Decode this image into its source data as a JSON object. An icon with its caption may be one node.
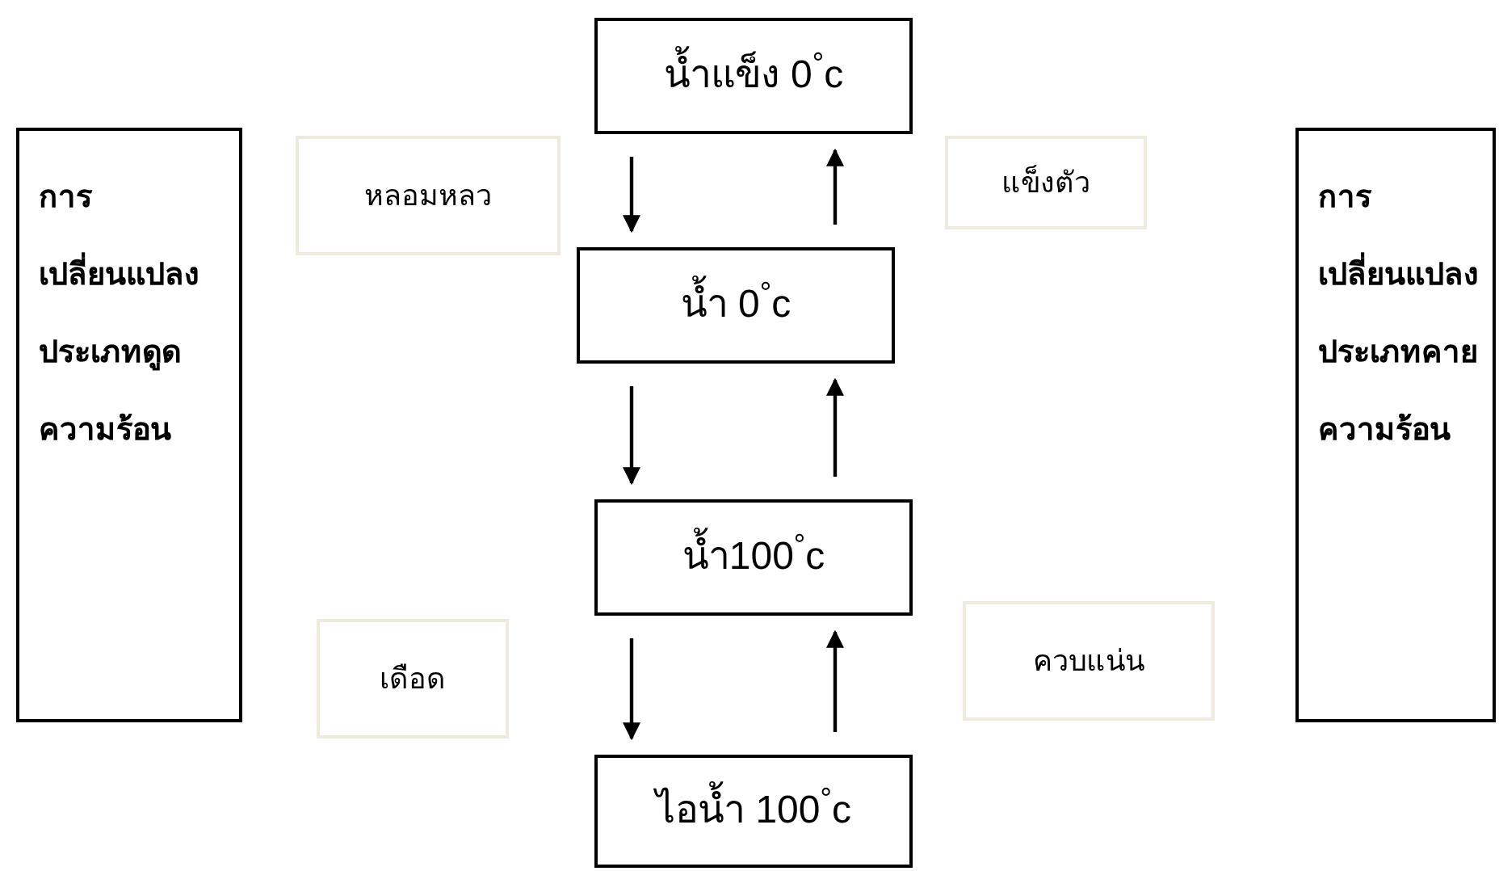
{
  "diagram": {
    "nodes": [
      {
        "text": [
          "การเปลี่ยนแปลงประเภทดูดความร้อน"
        ]
      },
      {
        "text": [
          "น้ำแข็ง 0$^{°}$c"
        ]
      },
      {
        "text": [
          "หลอมหลว"
        ]
      },
      {
        "text": [
          "แข็งตัว"
        ]
      },
      {
        "text": [
          "น้ำ 0$^{°}$c"
        ]
      },
      {
        "text": [
          "น้ำ100$^{°}$c"
        ]
      },
      {
        "text": [
          "เดือด"
        ]
      },
      {
        "text": [
          "ควบแน่น"
        ]
      },
      {
        "text": [
          "ไอน้ำ 100$^{°}$c"
        ]
      },
      {
        "text": [
          "การเปลี่ยนแปลงประเภทคายความร้อน"
        ]
      }
    ],
    "edges": [
      {
        "from": 1,
        "to": 4,
        "arrow": "to"
      },
      {
        "from": 4,
        "to": 1,
        "arrow": "to"
      },
      {
        "from": 4,
        "to": 5,
        "arrow": "to"
      },
      {
        "from": 5,
        "to": 4,
        "arrow": "to"
      },
      {
        "from": 5,
        "to": 8,
        "arrow": "to"
      },
      {
        "from": 8,
        "to": 5,
        "arrow": "to"
      }
    ]
  }
}
